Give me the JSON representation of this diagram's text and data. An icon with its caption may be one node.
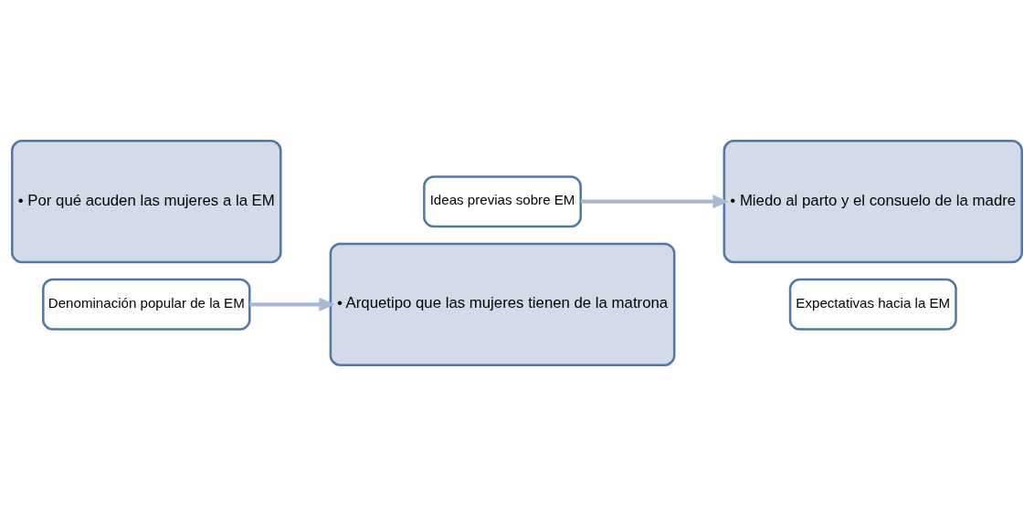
{
  "diagram": {
    "nodes": [
      {
        "text": [
          "• Por qué acuden las mujeres a la EM"
        ]
      },
      {
        "text": [
          "Denominación popular de la EM"
        ]
      },
      {
        "text": [
          "Ideas previas sobre EM"
        ]
      },
      {
        "text": [
          "• Arquetipo que las mujeres tienen de la matrona"
        ]
      },
      {
        "text": [
          "• Miedo al parto y el consuelo de la madre"
        ]
      },
      {
        "text": [
          "Expectativas hacia la EM"
        ]
      }
    ],
    "edges": [
      {
        "from": 1,
        "to": 3,
        "arrow": "to"
      },
      {
        "from": 2,
        "to": 4,
        "arrow": "to"
      }
    ]
  }
}
